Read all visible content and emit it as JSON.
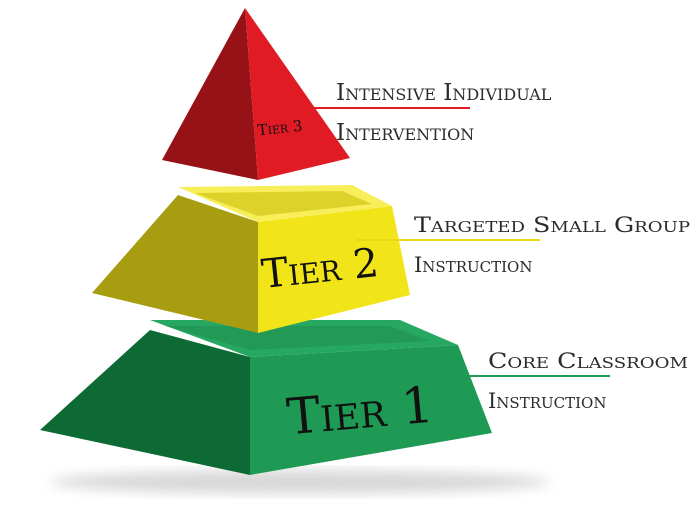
{
  "tiers": [
    {
      "label": "Tier 3",
      "description": [
        "Intensive Individual",
        "Intervention"
      ],
      "color": "#e01b24",
      "leader_color": "#e01b24"
    },
    {
      "label": "Tier 2",
      "description": [
        "Targeted Small Group",
        "Instruction"
      ],
      "color": "#f1e51a",
      "leader_color": "#e8d816"
    },
    {
      "label": "Tier 1",
      "description": [
        "Core Classroom",
        "Instruction"
      ],
      "color": "#1e9a55",
      "leader_color": "#1e9a55"
    }
  ]
}
